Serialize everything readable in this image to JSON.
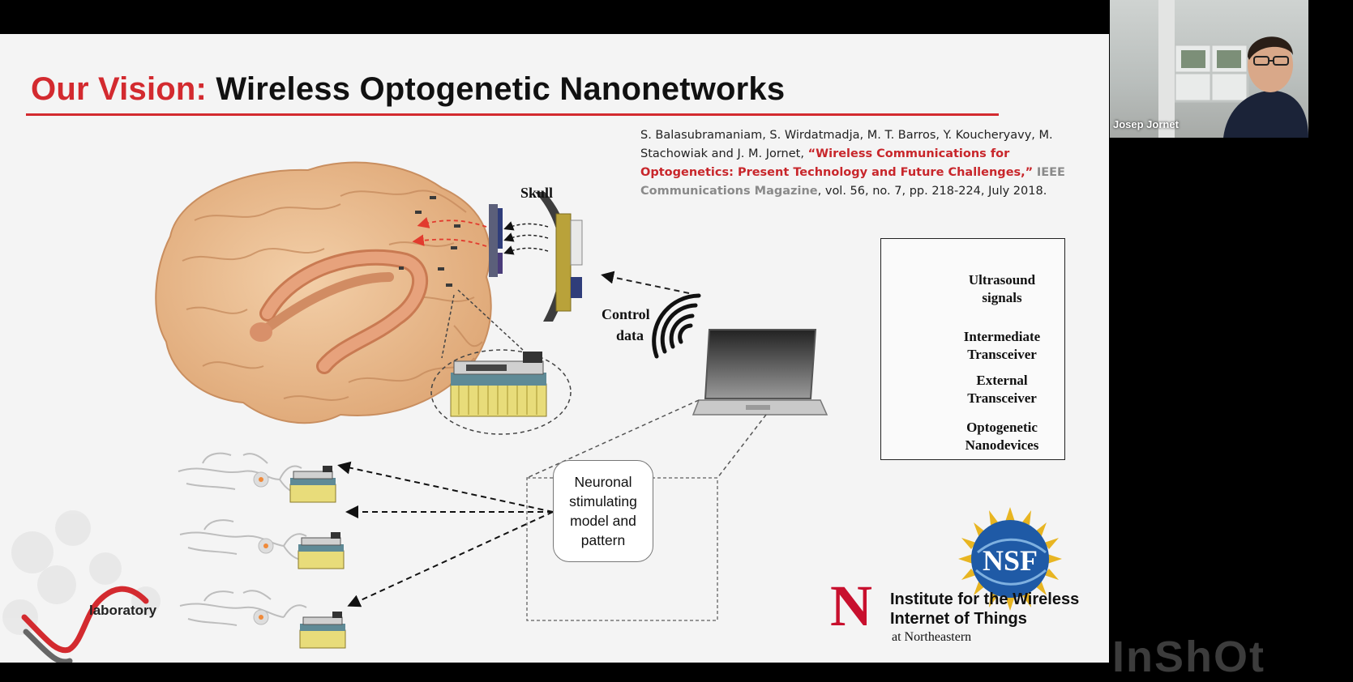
{
  "slide": {
    "title_accent": "Our Vision:",
    "title_main": "Wireless Optogenetic Nanonetworks",
    "citation": {
      "authors": "S. Balasubramaniam, S. Wirdatmadja, M. T. Barros, Y. Koucheryavy, M. Stachowiak and J. M. Jornet,",
      "paper_title": "“Wireless Communications for Optogenetics: Present Technology and Future Challenges,”",
      "venue": "IEEE Communications Magazine",
      "details": ", vol. 56, no. 7, pp. 218-224, July 2018."
    },
    "figure": {
      "skull_label": "Skull",
      "control_label_1": "Control",
      "control_label_2": "data",
      "model_box": {
        "line1": "Neuronal",
        "line2": "stimulating",
        "line3": "model and",
        "line4": "pattern"
      }
    },
    "legend": {
      "ultrasound_1": "Ultrasound",
      "ultrasound_2": "signals",
      "intermediate_1": "Intermediate",
      "intermediate_2": "Transceiver",
      "external_1": "External",
      "external_2": "Transceiver",
      "opto_1": "Optogenetic",
      "opto_2": "Nanodevices"
    },
    "logos": {
      "nsf": "NSF",
      "northeastern_mark": "N",
      "institute_line1": "Institute for the Wireless",
      "institute_line2": "Internet of Things",
      "institute_line3": "at Northeastern",
      "lab_word": "laboratory"
    }
  },
  "video": {
    "participant_name": "Josep Jornet"
  },
  "watermark": "InShOt",
  "colors": {
    "accent_red": "#d32a2f",
    "brain": "#e9b98c",
    "transceiver_gold": "#b9a23a",
    "intermediate_blue": "#3f4a7a"
  }
}
